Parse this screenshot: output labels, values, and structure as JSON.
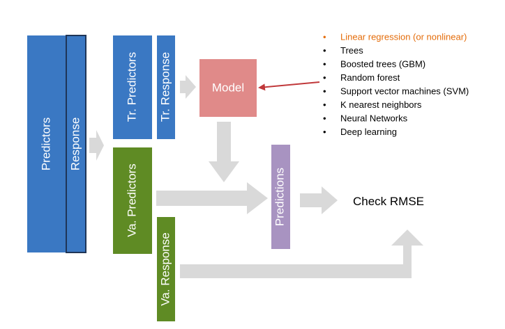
{
  "colors": {
    "blue": "#3A78C3",
    "green": "#5F8B24",
    "pink": "#E08A89",
    "purple": "#A893C1",
    "arrow_gray": "#D9D9D9",
    "red_arrow": "#C0383A",
    "highlight": "#E46C0A",
    "text": "#000000",
    "dark_border": "#1F3557"
  },
  "diagram": {
    "predictors": "Predictors",
    "response": "Response",
    "tr_predictors": "Tr. Predictors",
    "tr_response": "Tr. Response",
    "va_predictors": "Va. Predictors",
    "va_response": "Va. Response",
    "model": "Model",
    "predictions": "Predictions",
    "check_rmse": "Check RMSE"
  },
  "model_list": [
    {
      "label": "Linear regression (or nonlinear)",
      "highlighted": true
    },
    {
      "label": "Trees",
      "highlighted": false
    },
    {
      "label": "Boosted trees (GBM)",
      "highlighted": false
    },
    {
      "label": "Random forest",
      "highlighted": false
    },
    {
      "label": "Support vector machines (SVM)",
      "highlighted": false
    },
    {
      "label": "K nearest neighbors",
      "highlighted": false
    },
    {
      "label": "Neural Networks",
      "highlighted": false
    },
    {
      "label": "Deep learning",
      "highlighted": false
    }
  ]
}
